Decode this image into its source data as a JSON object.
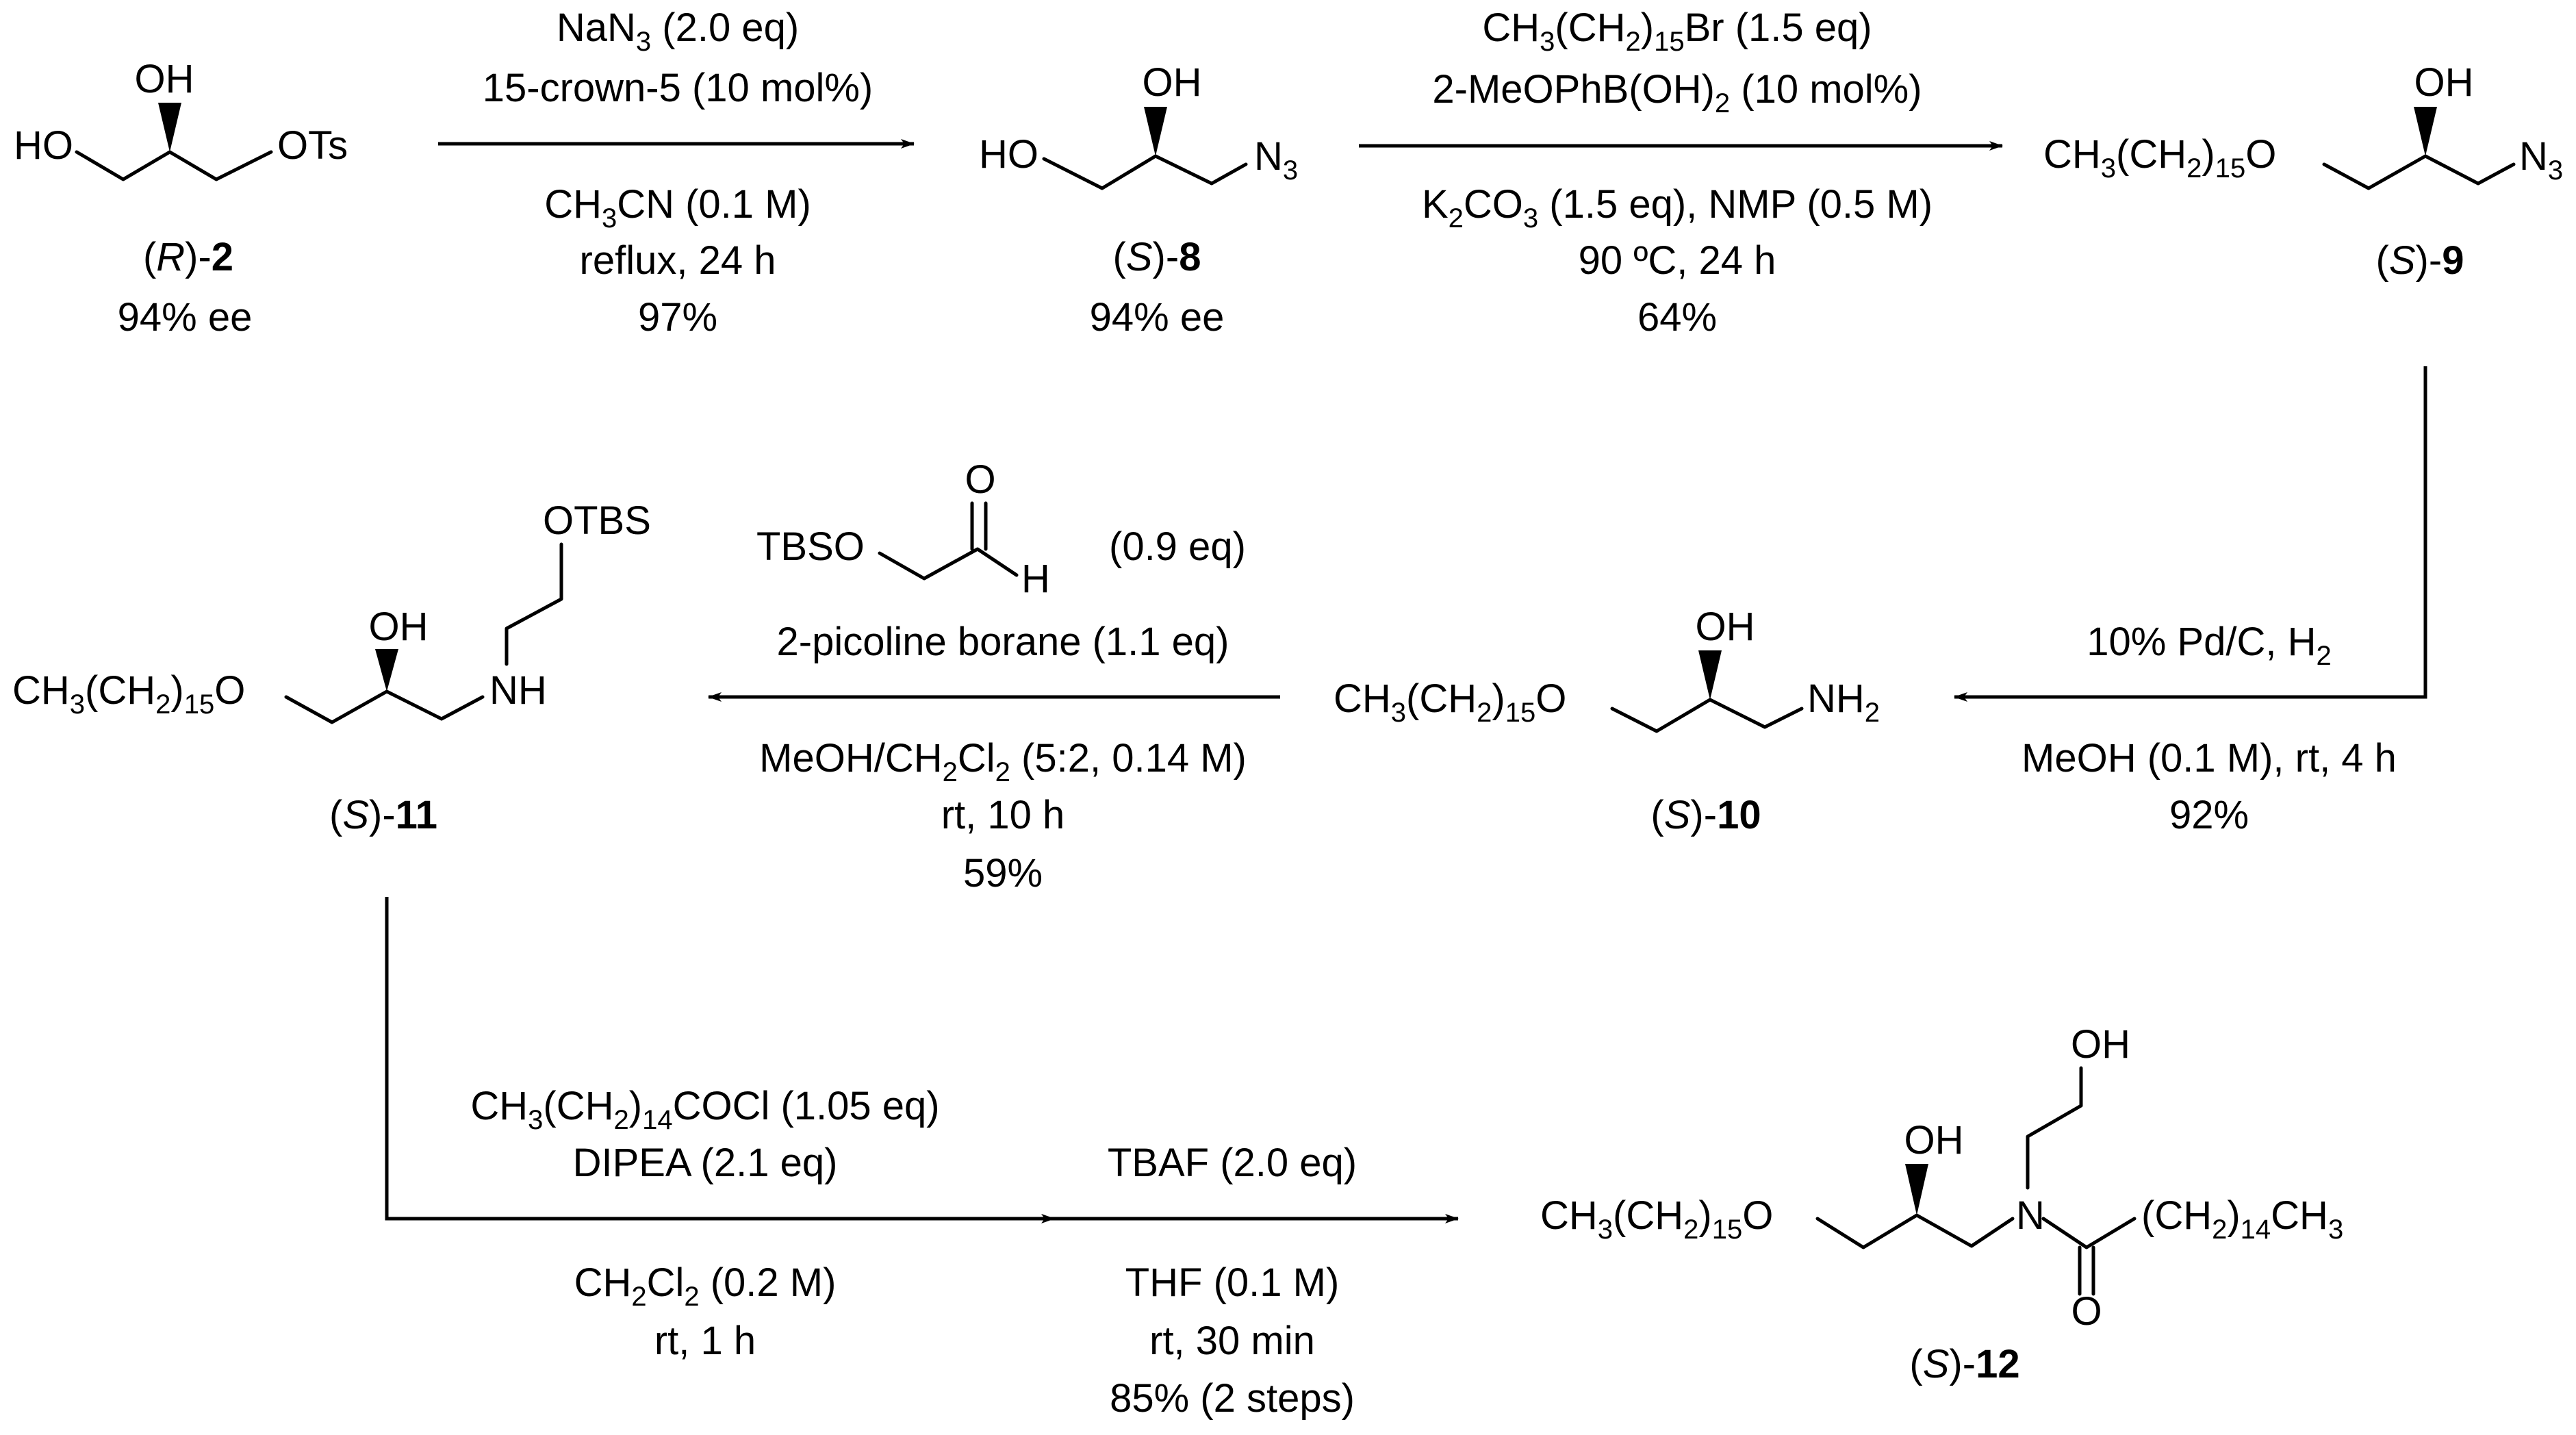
{
  "compounds": {
    "c2": {
      "label_open": "(",
      "label_italic": "R",
      "label_close": ")-",
      "label_number": "2",
      "ee": "94% ee",
      "atoms": {
        "oh": "OH",
        "ho": "HO",
        "ots": "OTs"
      }
    },
    "c8": {
      "label_open": "(",
      "label_italic": "S",
      "label_close": ")-",
      "label_number": "8",
      "ee": "94% ee",
      "atoms": {
        "oh": "OH",
        "ho": "HO",
        "n3_n": "N",
        "n3_sub": "3"
      }
    },
    "c9": {
      "label_open": "(",
      "label_italic": "S",
      "label_close": ")-",
      "label_number": "9",
      "atoms": {
        "oh": "OH",
        "ch3": "CH",
        "ch3_sub": "3",
        "ch2": "(CH",
        "ch2_sub": "2",
        "close": ")",
        "n15": "15",
        "o": "O",
        "n3_n": "N",
        "n3_sub": "3"
      }
    },
    "c10": {
      "label_open": "(",
      "label_italic": "S",
      "label_close": ")-",
      "label_number": "10",
      "atoms": {
        "oh": "OH",
        "ch3": "CH",
        "ch3_sub": "3",
        "ch2": "(CH",
        "ch2_sub": "2",
        "close": ")",
        "n15": "15",
        "o": "O",
        "nh2_n": "NH",
        "nh2_sub": "2"
      }
    },
    "c11": {
      "label_open": "(",
      "label_italic": "S",
      "label_close": ")-",
      "label_number": "11",
      "atoms": {
        "otbs": "OTBS",
        "oh": "OH",
        "ch3": "CH",
        "ch3_sub": "3",
        "ch2": "(CH",
        "ch2_sub": "2",
        "close": ")",
        "n15": "15",
        "o": "O",
        "nh": "NH"
      }
    },
    "c12": {
      "label_open": "(",
      "label_italic": "S",
      "label_close": ")-",
      "label_number": "12",
      "atoms": {
        "oh_top": "OH",
        "oh": "OH",
        "ch3": "CH",
        "ch3_sub": "3",
        "ch2": "(CH",
        "ch2_sub": "2",
        "close": ")",
        "n15": "15",
        "o": "O",
        "n": "N",
        "acyl": "(CH",
        "acyl_sub": "2",
        "acyl_close": ")",
        "n14": "14",
        "acyl_ch": "CH",
        "acyl_ch_sub": "3",
        "o_carbonyl": "O"
      }
    }
  },
  "steps": {
    "step1": {
      "above": [
        {
          "pre": "NaN",
          "sub": "3",
          "post": " (2.0 eq)"
        },
        {
          "pre": "15-crown-5 (10 mol%)",
          "sub": "",
          "post": ""
        }
      ],
      "below": [
        {
          "pre": "CH",
          "sub": "3",
          "post": "CN (0.1 M)"
        },
        {
          "pre": "reflux, 24 h",
          "sub": "",
          "post": ""
        },
        {
          "pre": "97%",
          "sub": "",
          "post": ""
        }
      ]
    },
    "step2": {
      "above": [
        {
          "pre": "CH",
          "sub": "3",
          "mid": "(CH",
          "sub2": "2",
          "mid2": ")",
          "sub3": "15",
          "post": "Br (1.5 eq)"
        },
        {
          "pre": "2-MeOPhB(OH)",
          "sub": "2",
          "post": " (10 mol%)"
        }
      ],
      "below": [
        {
          "pre": "K",
          "sub": "2",
          "mid": "CO",
          "sub2": "3",
          "post": " (1.5 eq), NMP (0.5 M)"
        },
        {
          "pre": "90 ºC, 24 h",
          "sub": "",
          "post": ""
        },
        {
          "pre": "64%",
          "sub": "",
          "post": ""
        }
      ]
    },
    "step3": {
      "above": [
        {
          "pre": "10% Pd/C, H",
          "sub": "2",
          "post": ""
        }
      ],
      "below": [
        {
          "pre": "MeOH (0.1 M), rt, 4 h",
          "sub": "",
          "post": ""
        },
        {
          "pre": "92%",
          "sub": "",
          "post": ""
        }
      ]
    },
    "step4": {
      "reagent_atoms": {
        "tbso": "TBSO",
        "o": "O",
        "h": "H"
      },
      "reagent_eq": "(0.9 eq)",
      "above": [
        {
          "pre": "2-picoline borane (1.1 eq)",
          "sub": "",
          "post": ""
        }
      ],
      "below": [
        {
          "pre": "MeOH/CH",
          "sub": "2",
          "mid": "Cl",
          "sub2": "2",
          "post": " (5:2, 0.14 M)"
        },
        {
          "pre": "rt, 10 h",
          "sub": "",
          "post": ""
        },
        {
          "pre": "59%",
          "sub": "",
          "post": ""
        }
      ]
    },
    "step5": {
      "above": [
        {
          "pre": "CH",
          "sub": "3",
          "mid": "(CH",
          "sub2": "2",
          "mid2": ")",
          "sub3": "14",
          "post": "COCl (1.05 eq)"
        },
        {
          "pre": "DIPEA (2.1 eq)",
          "sub": "",
          "post": ""
        }
      ],
      "below": [
        {
          "pre": "CH",
          "sub": "2",
          "mid": "Cl",
          "sub2": "2",
          "post": " (0.2 M)"
        },
        {
          "pre": "rt, 1 h",
          "sub": "",
          "post": ""
        }
      ]
    },
    "step6": {
      "above": [
        {
          "pre": "TBAF (2.0 eq)",
          "sub": "",
          "post": ""
        }
      ],
      "below": [
        {
          "pre": "THF (0.1 M)",
          "sub": "",
          "post": ""
        },
        {
          "pre": "rt, 30 min",
          "sub": "",
          "post": ""
        },
        {
          "pre": "85% (2 steps)",
          "sub": "",
          "post": ""
        }
      ]
    }
  }
}
